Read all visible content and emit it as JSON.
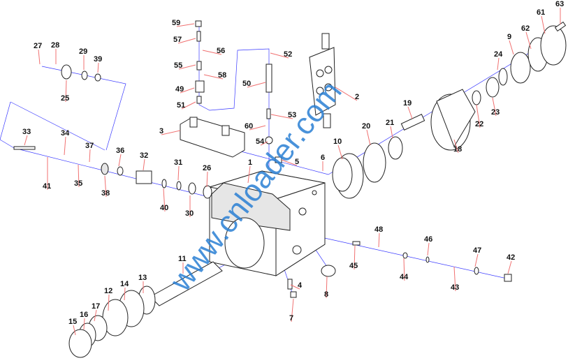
{
  "diagram": {
    "watermark": "www.cnloader.com",
    "colors": {
      "axis": "#3a3aff",
      "leader": "#f07070",
      "watermark": "#2a7fd4"
    },
    "labels": [
      "63",
      "61",
      "62",
      "9",
      "24",
      "23",
      "22",
      "18",
      "19",
      "21",
      "20",
      "10",
      "6",
      "5",
      "1",
      "2",
      "52",
      "50",
      "53",
      "60",
      "54",
      "59",
      "57",
      "56",
      "55",
      "58",
      "49",
      "51",
      "3",
      "27",
      "28",
      "29",
      "39",
      "25",
      "33",
      "34",
      "37",
      "36",
      "32",
      "31",
      "26",
      "41",
      "35",
      "38",
      "40",
      "30",
      "48",
      "46",
      "47",
      "42",
      "45",
      "44",
      "43",
      "4",
      "8",
      "7",
      "11",
      "13",
      "14",
      "12",
      "17",
      "16",
      "15"
    ]
  }
}
